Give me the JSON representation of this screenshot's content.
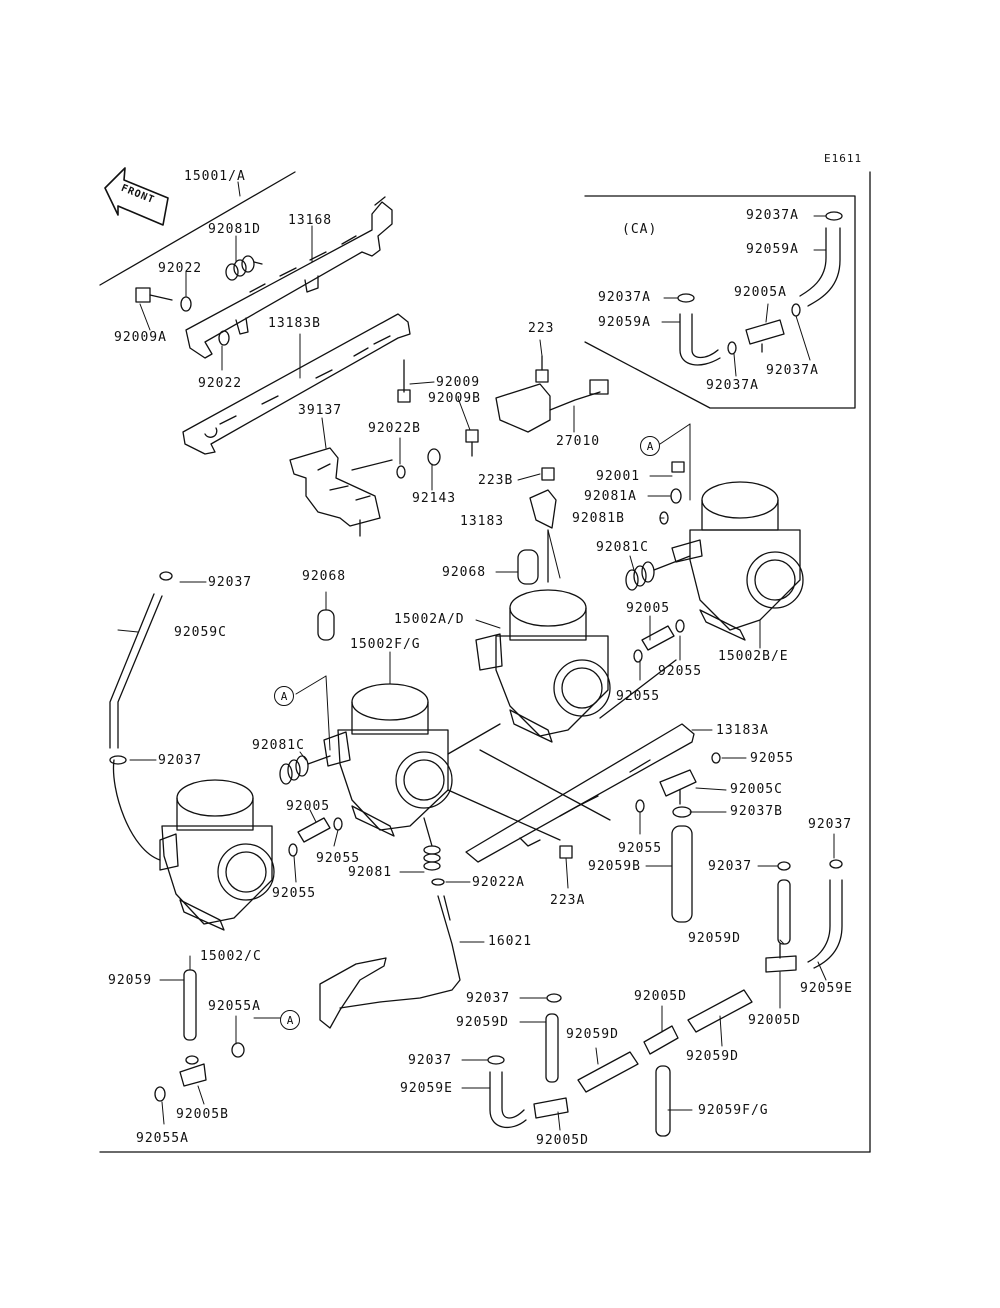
{
  "diagram": {
    "figure_code": "E1611",
    "front_marker": "FRONT",
    "region_label": "(CA)",
    "callout": "A",
    "labels": {
      "p15001A": "15001/A",
      "p92081D": "92081D",
      "p13168": "13168",
      "p92022a": "92022",
      "p92009A": "92009A",
      "p92022b": "92022",
      "p13183B": "13183B",
      "p92009": "92009",
      "p92009B": "92009B",
      "p39137": "39137",
      "p92022B": "92022B",
      "p92143": "92143",
      "p223": "223",
      "p27010": "27010",
      "p223B": "223B",
      "p13183": "13183",
      "p92001": "92001",
      "p92081A": "92081A",
      "p92081B": "92081B",
      "p92081Cr": "92081C",
      "p92068a": "92068",
      "p92068b": "92068",
      "p15002AD": "15002A/D",
      "p92005r": "92005",
      "p92055r1": "92055",
      "p92055r2": "92055",
      "p15002BE": "15002B/E",
      "p92037l1": "92037",
      "p92059C": "92059C",
      "p15002FG": "15002F/G",
      "p92081Cl": "92081C",
      "p92037l2": "92037",
      "p92005l": "92005",
      "p92055l1": "92055",
      "p92055l2": "92055",
      "p92081": "92081",
      "p92022A": "92022A",
      "p13183A": "13183A",
      "p92055m1": "92055",
      "p92005C": "92005C",
      "p92037B": "92037B",
      "p92055m2": "92055",
      "p92059B": "92059B",
      "p223A": "223A",
      "p16021": "16021",
      "p15002C": "15002/C",
      "p92059": "92059",
      "p92055A1": "92055A",
      "p92005B": "92005B",
      "p92055A2": "92055A",
      "p92037c1": "92037",
      "p92059Dc1": "92059D",
      "p92037c2": "92037",
      "p92059Ec": "92059E",
      "p92059Dc2": "92059D",
      "p92005Dc1": "92005D",
      "p92005Dc2": "92005D",
      "p92059Dc3": "92059D",
      "p92059FG": "92059F/G",
      "p92037r1": "92037",
      "p92037r2": "92037",
      "p92059Dr": "92059D",
      "p92005Dr": "92005D",
      "p92059Er": "92059E",
      "ca92037A1": "92037A",
      "ca92059A1": "92059A",
      "ca92037A2": "92037A",
      "ca92005A": "92005A",
      "ca92059A2": "92059A",
      "ca92037A3": "92037A",
      "ca92037A4": "92037A"
    }
  }
}
